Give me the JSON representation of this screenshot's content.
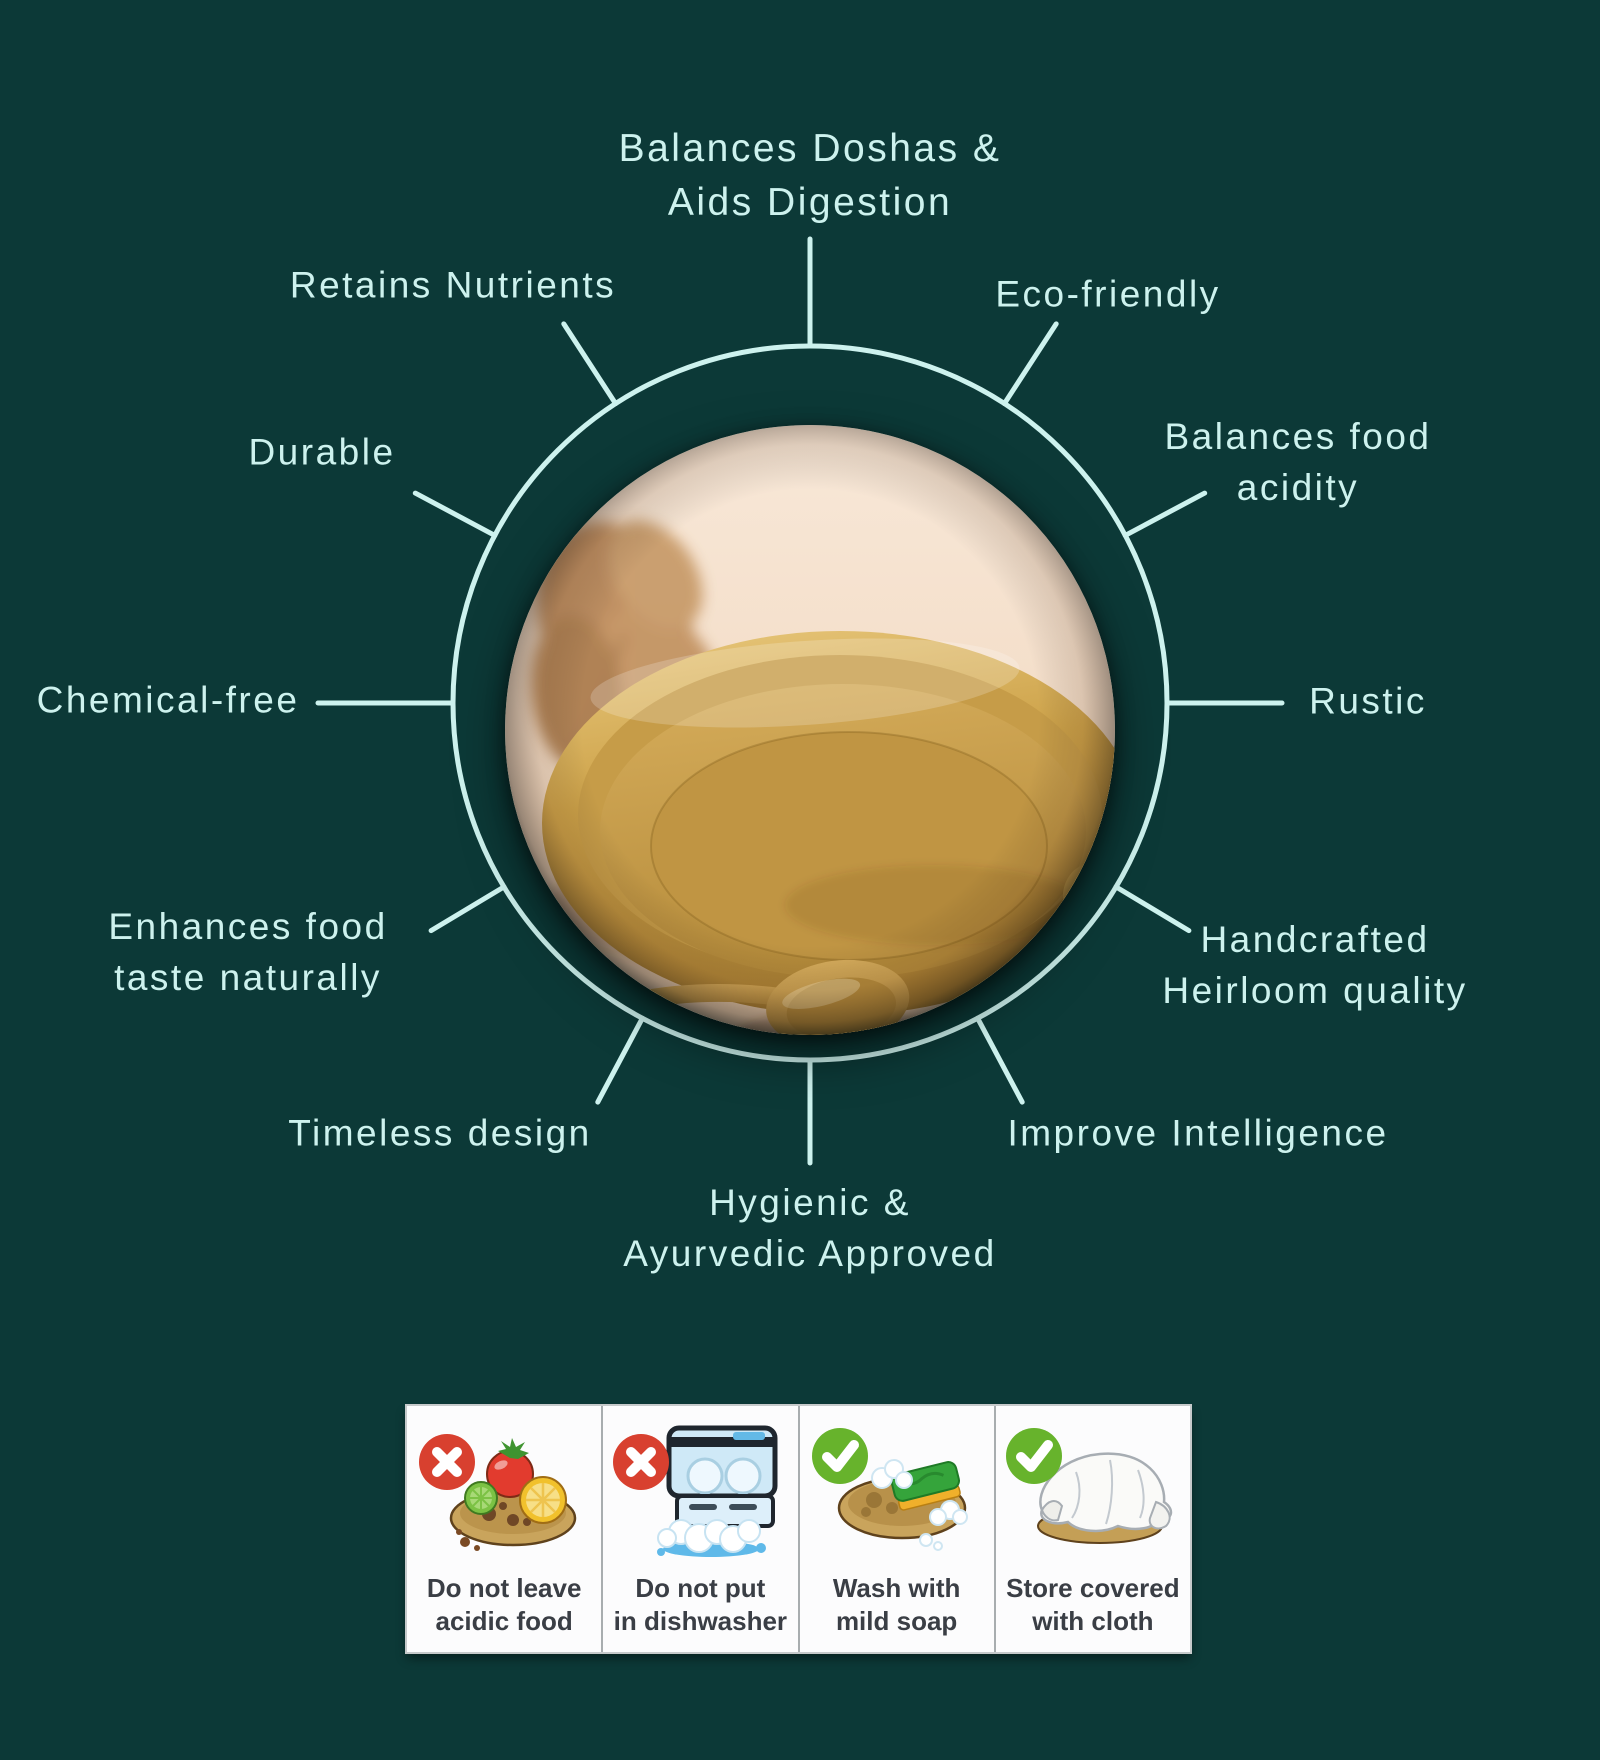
{
  "colors": {
    "background": "#0c3937",
    "accent": "#cdf2ee",
    "card_red": "#d8402f",
    "card_green": "#67b32c",
    "card_text": "#3a3e45"
  },
  "benefits": [
    {
      "id": "balances-doshas",
      "lines": [
        "Balances Doshas &",
        "Aids Digestion"
      ]
    },
    {
      "id": "retains-nutrients",
      "lines": [
        "Retains Nutrients"
      ]
    },
    {
      "id": "eco-friendly",
      "lines": [
        "Eco-friendly"
      ]
    },
    {
      "id": "durable",
      "lines": [
        "Durable"
      ]
    },
    {
      "id": "balances-food-acidity",
      "lines": [
        "Balances food",
        "acidity"
      ]
    },
    {
      "id": "chemical-free",
      "lines": [
        "Chemical-free"
      ]
    },
    {
      "id": "rustic",
      "lines": [
        "Rustic"
      ]
    },
    {
      "id": "enhances-food-taste",
      "lines": [
        "Enhances food",
        "taste naturally"
      ]
    },
    {
      "id": "handcrafted-heirloom",
      "lines": [
        "Handcrafted",
        "Heirloom quality"
      ]
    },
    {
      "id": "timeless-design",
      "lines": [
        "Timeless design"
      ]
    },
    {
      "id": "improve-intelligence",
      "lines": [
        "Improve Intelligence"
      ]
    },
    {
      "id": "hygienic-ayurvedic",
      "lines": [
        "Hygienic &",
        "Ayurvedic Approved"
      ]
    }
  ],
  "care_instructions": {
    "items": [
      {
        "icon": "cross-icon",
        "lines": [
          "Do not leave",
          "acidic food"
        ]
      },
      {
        "icon": "cross-icon",
        "lines": [
          "Do not put",
          "in dishwasher"
        ]
      },
      {
        "icon": "check-icon",
        "lines": [
          "Wash with",
          "mild soap"
        ]
      },
      {
        "icon": "check-icon",
        "lines": [
          "Store covered",
          "with cloth"
        ]
      }
    ]
  }
}
